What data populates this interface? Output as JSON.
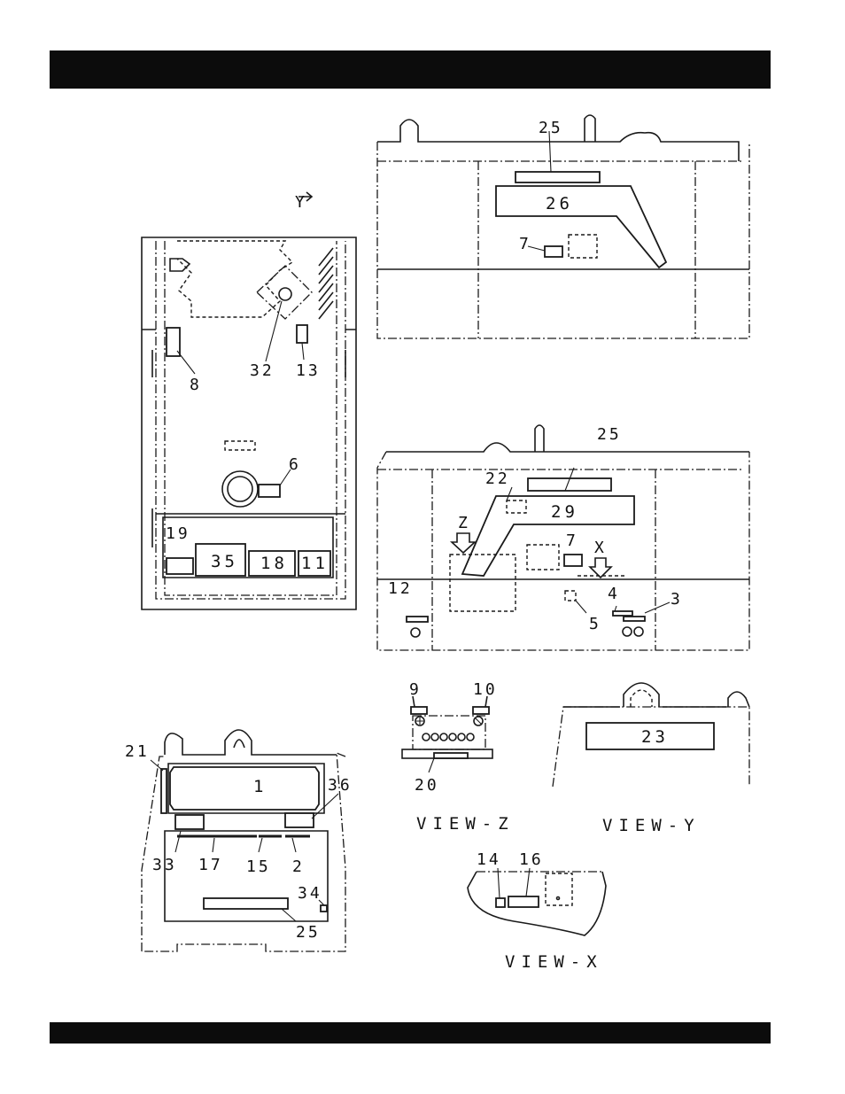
{
  "labels": {
    "l1": "1",
    "l2": "2",
    "l3": "3",
    "l4": "4",
    "l5": "5",
    "l6": "6",
    "l7a": "7",
    "l7b": "7",
    "l8": "8",
    "l9": "9",
    "l10": "10",
    "l11": "11",
    "l12": "12",
    "l13": "13",
    "l14": "14",
    "l15": "15",
    "l16": "16",
    "l17": "17",
    "l18": "18",
    "l19": "19",
    "l20": "20",
    "l21": "21",
    "l22": "22",
    "l23": "23",
    "l25a": "25",
    "l25b": "25",
    "l25c": "25",
    "l26": "26",
    "l29": "29",
    "l32": "32",
    "l33": "33",
    "l34": "34",
    "l35": "35",
    "l36": "36"
  },
  "markers": {
    "y": "Y",
    "z": "Z",
    "x": "X"
  },
  "views": {
    "z": "VIEW-Z",
    "y": "VIEW-Y",
    "x": "VIEW-X"
  }
}
